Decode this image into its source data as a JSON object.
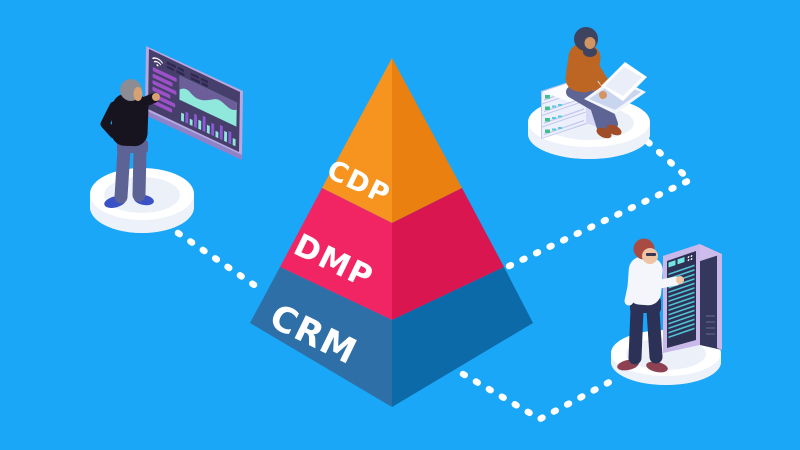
{
  "canvas": {
    "background": "#1AA7F7",
    "connector_color": "#FFFFFF"
  },
  "pyramid": {
    "label_color": "#FFFFFF",
    "tiers": [
      {
        "label": "CDP",
        "left_color": "#F6941F",
        "right_color": "#E9800F"
      },
      {
        "label": "DMP",
        "left_color": "#F12563",
        "right_color": "#DA1650"
      },
      {
        "label": "CRM",
        "left_color": "#2F6FA7",
        "right_color": "#0D6AA8"
      }
    ]
  },
  "scenes": {
    "analytics": {
      "icon": "person-analyzing-dashboard"
    },
    "server_stack": {
      "icon": "person-with-laptop-on-server-stack"
    },
    "server_rack": {
      "icon": "person-operating-server-rack"
    }
  }
}
